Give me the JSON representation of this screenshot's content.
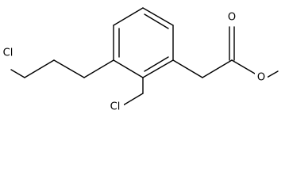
{
  "molecule": {
    "atom_labels": {
      "chlorine_propyl": "Cl",
      "chlorine_methyl": "Cl",
      "carbonyl_oxygen": "O",
      "ester_oxygen": "O"
    }
  }
}
